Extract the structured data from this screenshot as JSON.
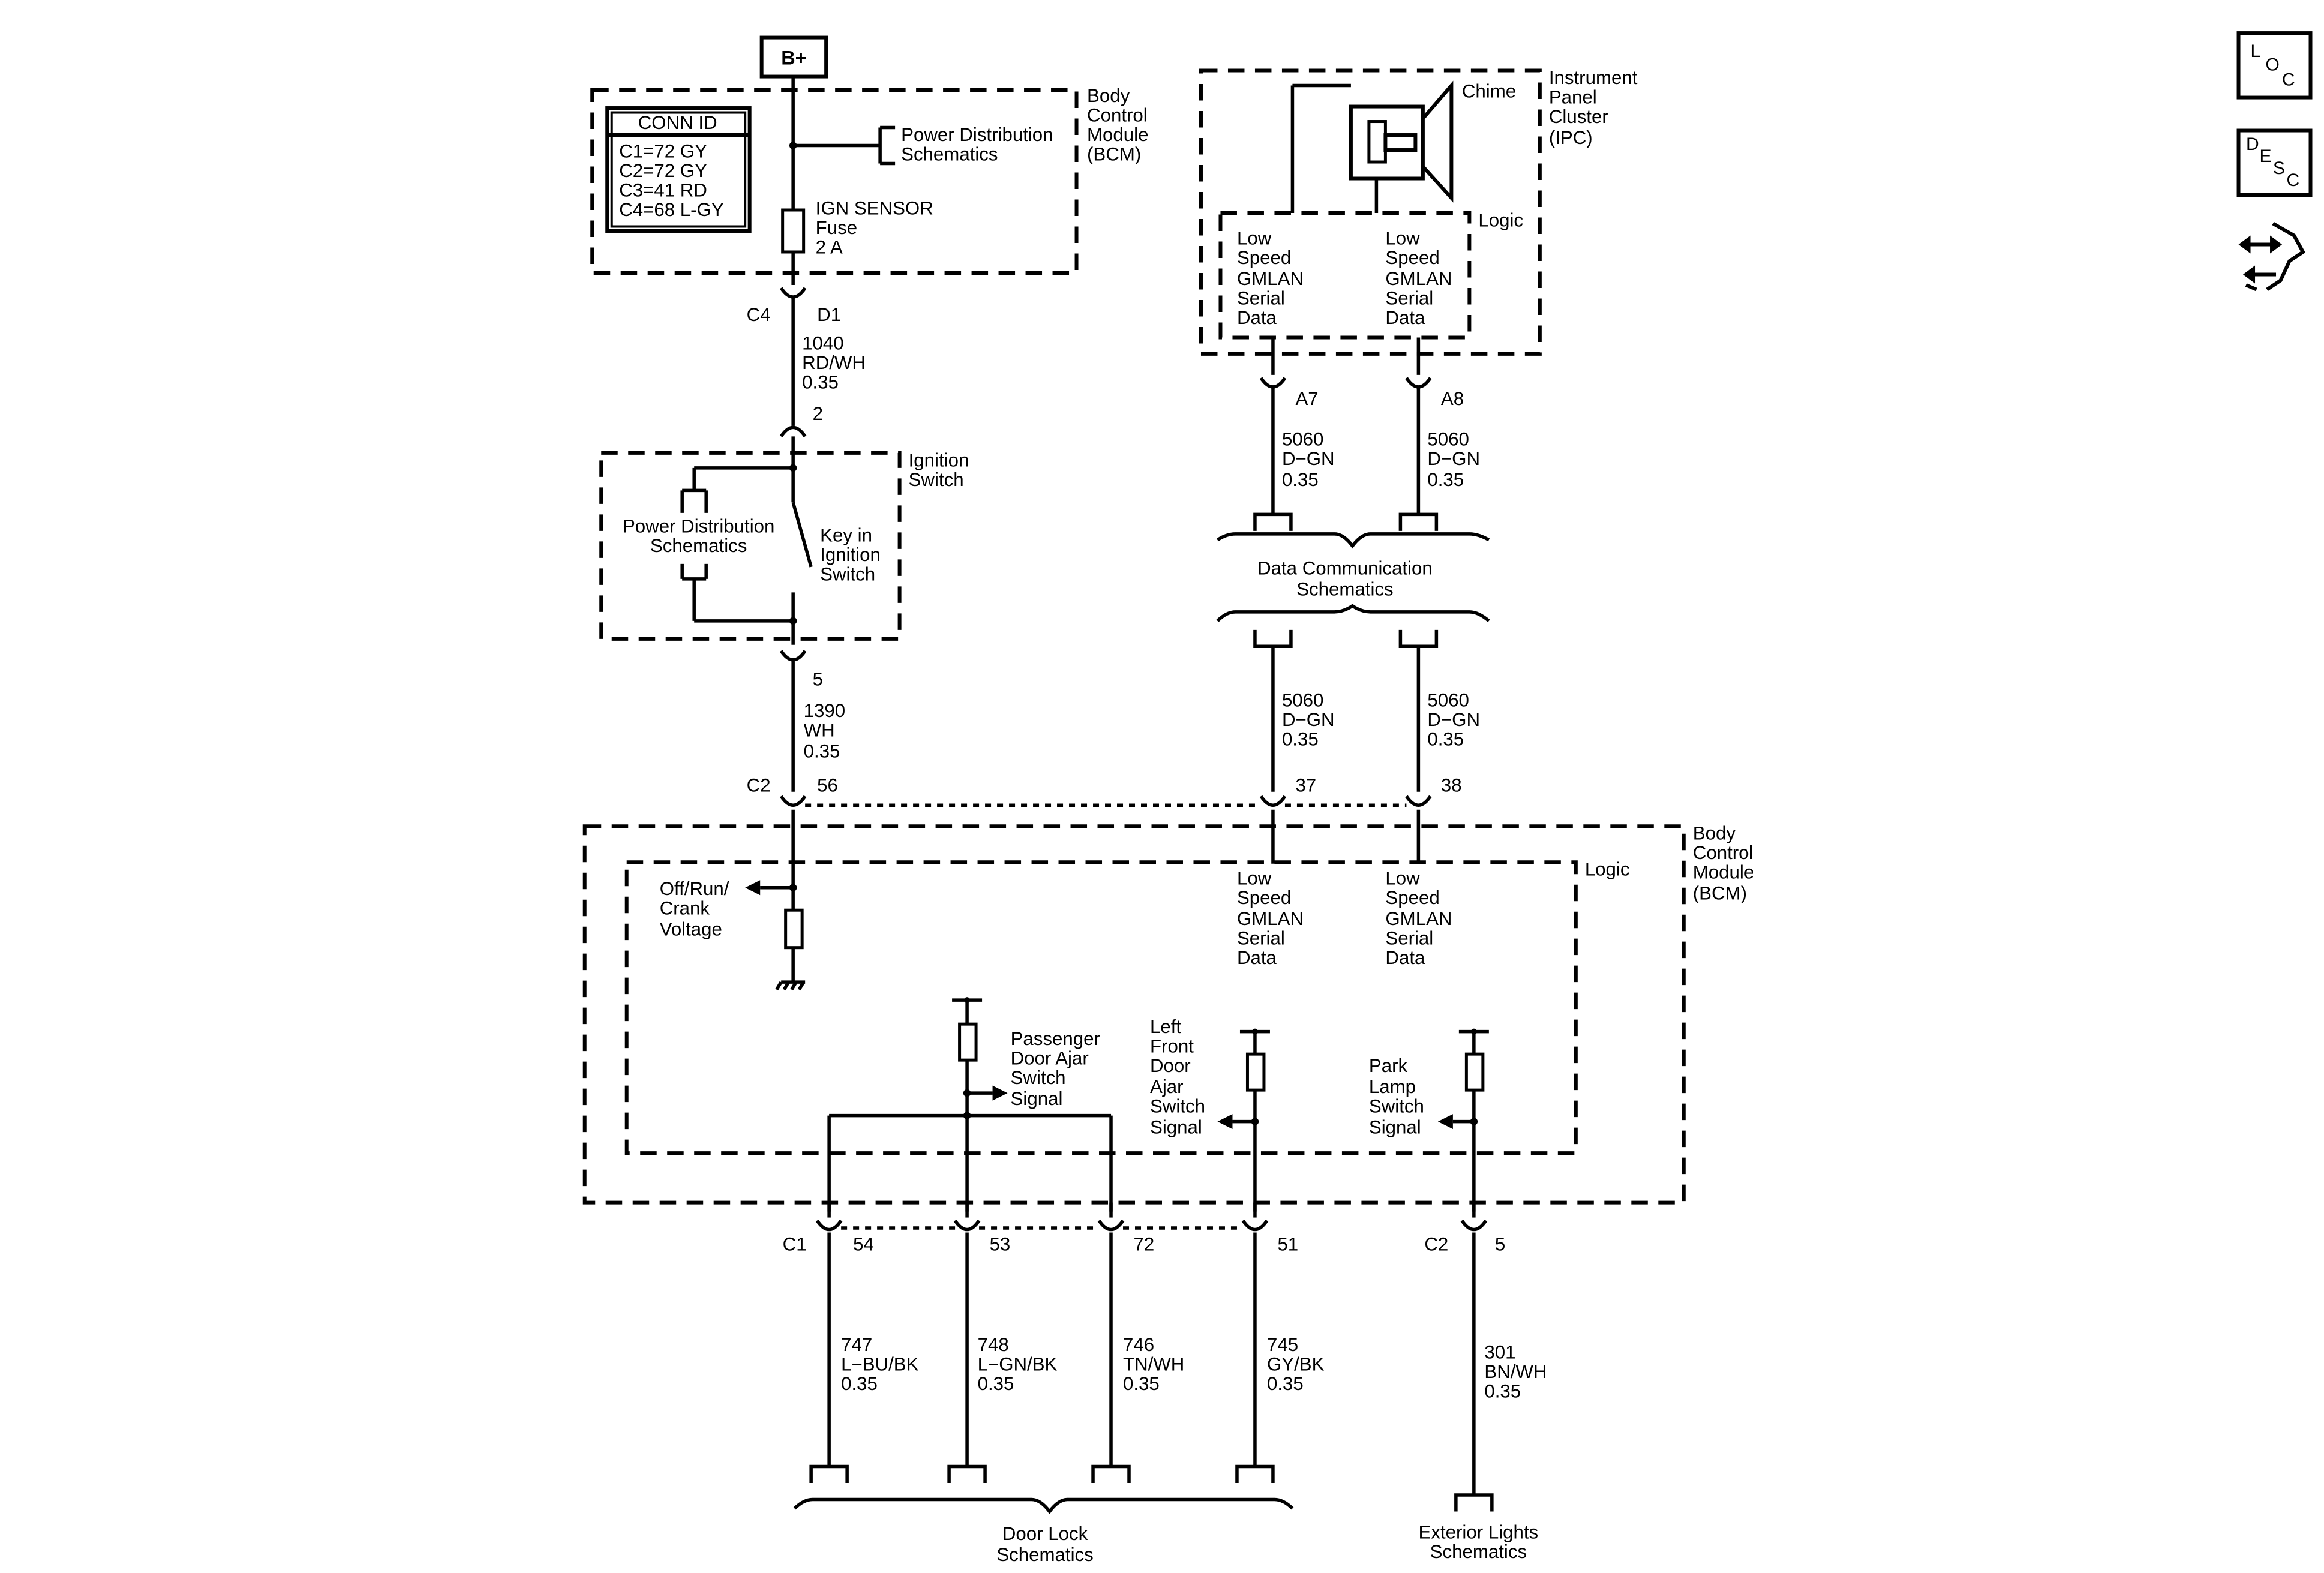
{
  "power_source": "B+",
  "bcm_top": {
    "label": [
      "Body",
      "Control",
      "Module",
      "(BCM)"
    ],
    "conn_id_title": "CONN ID",
    "conn_ids": [
      "C1=72 GY",
      "C2=72 GY",
      "C3=41 RD",
      "C4=68 L-GY"
    ],
    "power_dist": [
      "Power Distribution",
      "Schematics"
    ],
    "fuse": [
      "IGN SENSOR",
      "Fuse",
      "2 A"
    ],
    "conn_left": "C4",
    "pin": "D1"
  },
  "wire_1040": [
    "1040",
    "RD/WH",
    "0.35"
  ],
  "ignition_switch": {
    "label": [
      "Ignition",
      "Switch"
    ],
    "pin_top": "2",
    "pin_bottom": "5",
    "power_dist": [
      "Power Distribution",
      "Schematics"
    ],
    "key_label": [
      "Key in",
      "Ignition",
      "Switch"
    ]
  },
  "wire_1390": [
    "1390",
    "WH",
    "0.35"
  ],
  "ipc": {
    "label": [
      "Instrument",
      "Panel",
      "Cluster",
      "(IPC)"
    ],
    "chime": "Chime",
    "logic": "Logic",
    "gmlan_left": [
      "Low",
      "Speed",
      "GMLAN",
      "Serial",
      "Data"
    ],
    "gmlan_right": [
      "Low",
      "Speed",
      "GMLAN",
      "Serial",
      "Data"
    ],
    "pin_left": "A7",
    "pin_right": "A8"
  },
  "wire_5060_top_left": [
    "5060",
    "D−GN",
    "0.35"
  ],
  "wire_5060_top_right": [
    "5060",
    "D−GN",
    "0.35"
  ],
  "data_comm": [
    "Data Communication",
    "Schematics"
  ],
  "wire_5060_bot_left": [
    "5060",
    "D−GN",
    "0.35"
  ],
  "wire_5060_bot_right": [
    "5060",
    "D−GN",
    "0.35"
  ],
  "bcm_bottom": {
    "label": [
      "Body",
      "Control",
      "Module",
      "(BCM)"
    ],
    "logic": "Logic",
    "conn_c2": "C2",
    "pin_56": "56",
    "pin_37": "37",
    "pin_38": "38",
    "off_run_crank": [
      "Off/Run/",
      "Crank",
      "Voltage"
    ],
    "gmlan_left": [
      "Low",
      "Speed",
      "GMLAN",
      "Serial",
      "Data"
    ],
    "gmlan_right": [
      "Low",
      "Speed",
      "GMLAN",
      "Serial",
      "Data"
    ],
    "passenger_door": [
      "Passenger",
      "Door Ajar",
      "Switch",
      "Signal"
    ],
    "left_front_door": [
      "Left",
      "Front",
      "Door",
      "Ajar",
      "Switch",
      "Signal"
    ],
    "park_lamp": [
      "Park",
      "Lamp",
      "Switch",
      "Signal"
    ],
    "conn_c1": "C1",
    "pin_54": "54",
    "pin_53": "53",
    "pin_72": "72",
    "pin_51": "51",
    "conn_c2b": "C2",
    "pin_5": "5"
  },
  "wire_747": [
    "747",
    "L−BU/BK",
    "0.35"
  ],
  "wire_748": [
    "748",
    "L−GN/BK",
    "0.35"
  ],
  "wire_746": [
    "746",
    "TN/WH",
    "0.35"
  ],
  "wire_745": [
    "745",
    "GY/BK",
    "0.35"
  ],
  "wire_301": [
    "301",
    "BN/WH",
    "0.35"
  ],
  "door_lock": [
    "Door Lock",
    "Schematics"
  ],
  "exterior_lights": [
    "Exterior Lights",
    "Schematics"
  ],
  "nav": {
    "loc": [
      "L",
      "O",
      "C"
    ],
    "desc": [
      "D",
      "E",
      "S",
      "C"
    ],
    "nav_icon": "back-forward-arrows-icon"
  }
}
